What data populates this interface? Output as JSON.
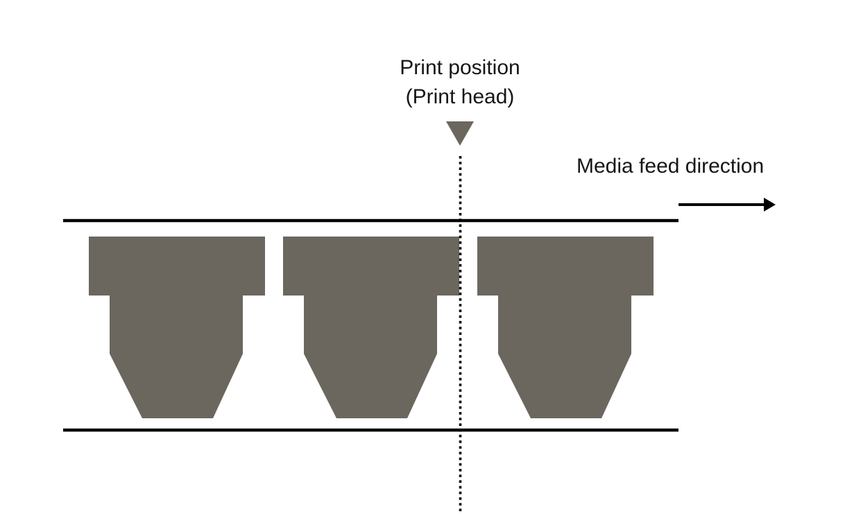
{
  "page": {
    "background": "#ffffff"
  },
  "print_position": {
    "label_line1": "Print position",
    "label_line2": "(Print head)",
    "marker_shape": "triangle-down",
    "guide_line_style": "dotted-vertical"
  },
  "media_feed": {
    "label": "Media feed direction",
    "direction": "right"
  },
  "media": {
    "label_count": 3,
    "edge_lines": 2
  },
  "colors": {
    "shape_fill": "#6b675f",
    "line": "#000000",
    "text": "#161616",
    "background": "#ffffff"
  }
}
